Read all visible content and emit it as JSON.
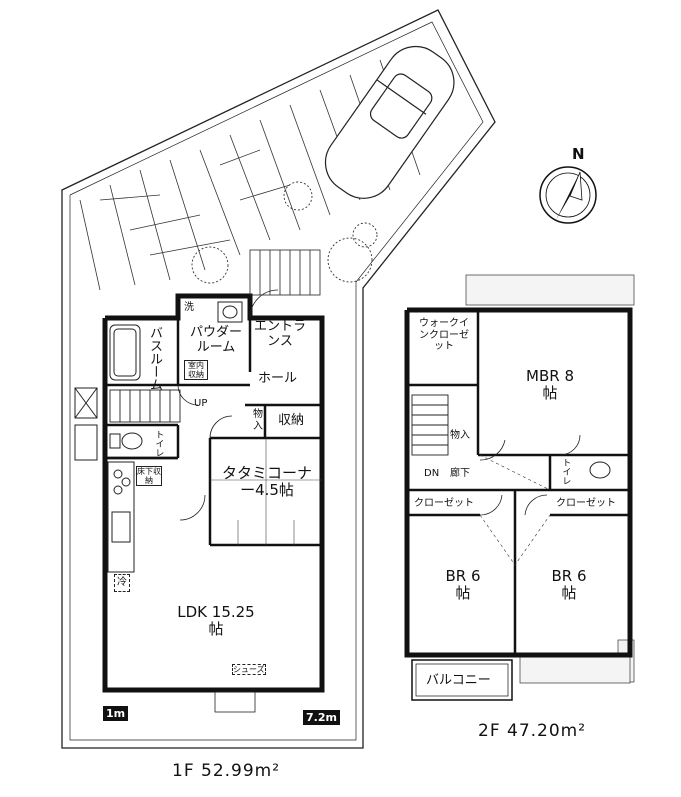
{
  "compass": {
    "north_label": "N"
  },
  "floor1": {
    "caption": "1F 52.99m²",
    "scale_left": "1m",
    "scale_right": "7.2m",
    "rooms": {
      "bath": "バスルーム",
      "laundry": "洗",
      "powder": "パウダールーム",
      "storage_small": "室内収納",
      "entrance": "エントランス",
      "hall": "ホール",
      "up": "UP",
      "storage": "物入",
      "closet": "収納",
      "toilet": "トイレ",
      "underfloor": "床下収納",
      "fridge": "冷",
      "tatami": "タタミコーナー4.5帖",
      "ldk": "LDK 15.25帖",
      "shoe": "シューズ"
    }
  },
  "floor2": {
    "caption": "2F 47.20m²",
    "rooms": {
      "walkin": "ウォークインクローゼット",
      "mbr": "MBR 8帖",
      "storage": "物入",
      "dn": "DN",
      "corridor": "廊下",
      "toilet": "トイレ",
      "closet_left": "クローゼット",
      "closet_right": "クローゼット",
      "br_left": "BR 6帖",
      "br_right": "BR 6帖",
      "balcony": "バルコニー"
    }
  }
}
